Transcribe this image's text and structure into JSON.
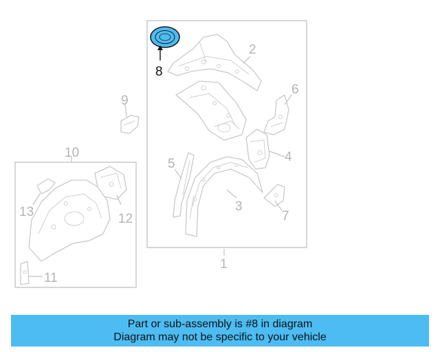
{
  "callouts": {
    "c1": "1",
    "c2": "2",
    "c3": "3",
    "c4": "4",
    "c5": "5",
    "c6": "6",
    "c7": "7",
    "c8": "8",
    "c9": "9",
    "c10": "10",
    "c11": "11",
    "c12": "12",
    "c13": "13"
  },
  "highlight": {
    "callout": "8",
    "part_color": "#4cbcf3",
    "part_stroke": "#1a1a1a"
  },
  "banner": {
    "line1": "Part or sub-assembly is #8 in diagram",
    "line2": "Diagram may not be specific to your vehicle",
    "background": "#4cbcf3"
  },
  "colors": {
    "line_art": "#c9c9c9",
    "callout_text": "#b4b4b4",
    "active_text": "#111111"
  }
}
